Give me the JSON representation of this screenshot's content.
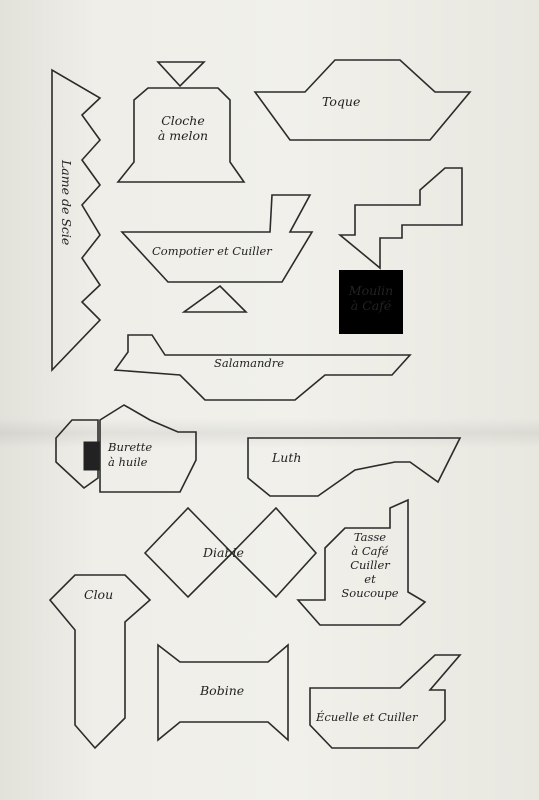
{
  "labels": {
    "lame_de_scie": "Lame de Scie",
    "cloche_line1": "Cloche",
    "cloche_line2": "à melon",
    "toque": "Toque",
    "compotier": "Compotier et Cuiller",
    "moulin_line1": "Moulin",
    "moulin_line2": "à Café",
    "salamandre": "Salamandre",
    "burette_line1": "Burette",
    "burette_line2": "à huile",
    "luth": "Luth",
    "tasse_line1": "Tasse",
    "tasse_line2": "à Café",
    "tasse_line3": "Cuiller",
    "tasse_line4": "et",
    "tasse_line5": "Soucoupe",
    "diable": "Diable",
    "clou": "Clou",
    "bobine": "Bobine",
    "ecuelle": "Écuelle et Cuiller"
  }
}
